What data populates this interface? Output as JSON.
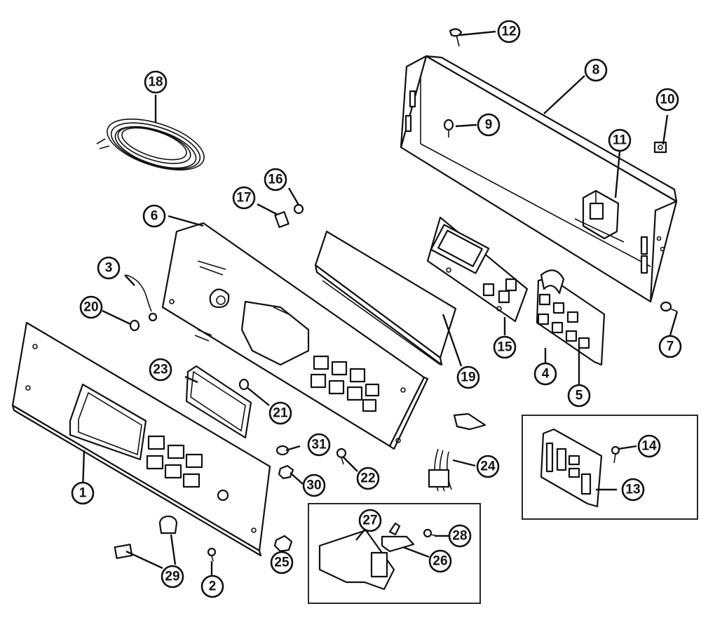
{
  "diagram": {
    "callouts": [
      {
        "id": "c1",
        "label": "1"
      },
      {
        "id": "c2",
        "label": "2"
      },
      {
        "id": "c3",
        "label": "3"
      },
      {
        "id": "c4",
        "label": "4"
      },
      {
        "id": "c5",
        "label": "5"
      },
      {
        "id": "c6",
        "label": "6"
      },
      {
        "id": "c7",
        "label": "7"
      },
      {
        "id": "c8",
        "label": "8"
      },
      {
        "id": "c9",
        "label": "9"
      },
      {
        "id": "c10",
        "label": "10"
      },
      {
        "id": "c11",
        "label": "11"
      },
      {
        "id": "c12",
        "label": "12"
      },
      {
        "id": "c13",
        "label": "13"
      },
      {
        "id": "c14",
        "label": "14"
      },
      {
        "id": "c15",
        "label": "15"
      },
      {
        "id": "c16",
        "label": "16"
      },
      {
        "id": "c17",
        "label": "17"
      },
      {
        "id": "c18",
        "label": "18"
      },
      {
        "id": "c19",
        "label": "19"
      },
      {
        "id": "c20",
        "label": "20"
      },
      {
        "id": "c21",
        "label": "21"
      },
      {
        "id": "c22",
        "label": "22"
      },
      {
        "id": "c23",
        "label": "23"
      },
      {
        "id": "c24",
        "label": "24"
      },
      {
        "id": "c25",
        "label": "25"
      },
      {
        "id": "c26",
        "label": "26"
      },
      {
        "id": "c27",
        "label": "27"
      },
      {
        "id": "c28",
        "label": "28"
      },
      {
        "id": "c29",
        "label": "29"
      },
      {
        "id": "c30",
        "label": "30"
      },
      {
        "id": "c31",
        "label": "31"
      }
    ]
  }
}
